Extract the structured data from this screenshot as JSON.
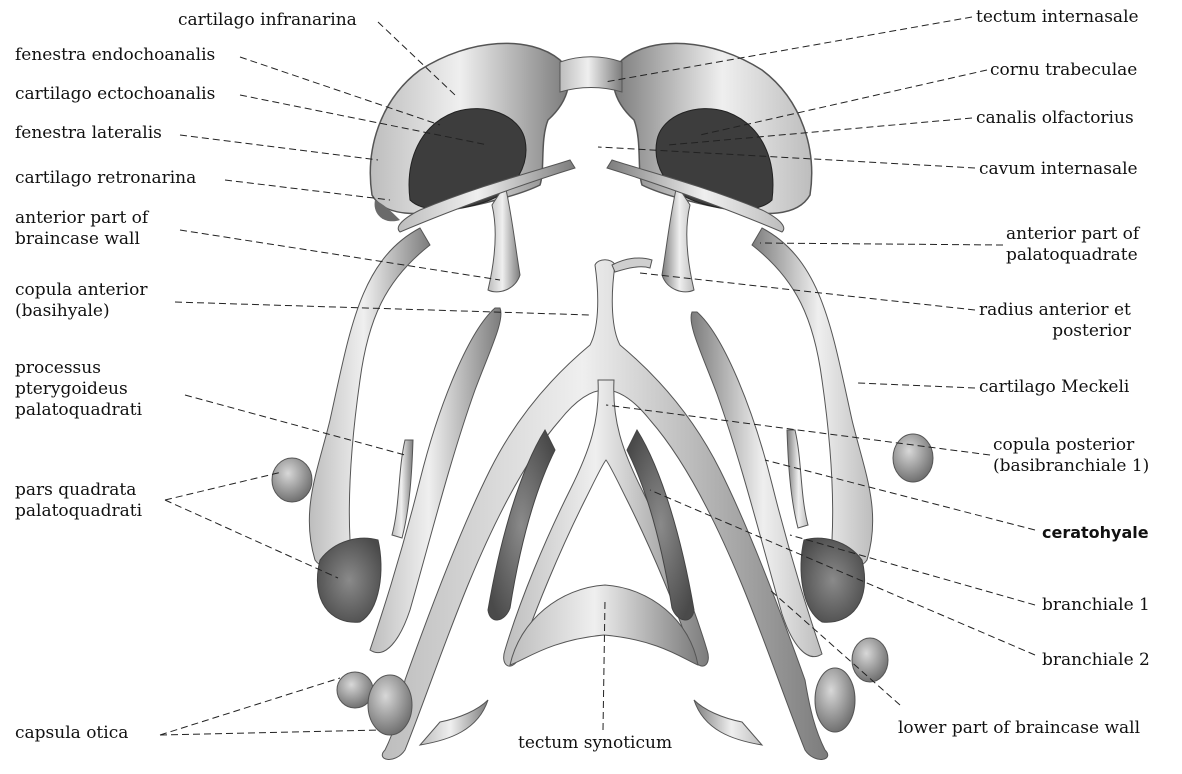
{
  "labels": {
    "cartilago_infranarina": "cartilago infranarina",
    "fenestra_endochoanalis": "fenestra endochoanalis",
    "cartilago_ectochoanalis": "cartilago ectochoanalis",
    "fenestra_lateralis": "fenestra lateralis",
    "cartilago_retronarina": "cartilago retronarina",
    "anterior_braincase_1": "anterior part of",
    "anterior_braincase_2": "braincase wall",
    "copula_anterior_1": "copula anterior",
    "copula_anterior_2": "(basihyale)",
    "processus_1": "processus",
    "processus_2": "pterygoideus",
    "processus_3": "palatoquadrati",
    "pars_quadrata_1": "pars quadrata",
    "pars_quadrata_2": "palatoquadrati",
    "capsula_otica": "capsula otica",
    "tectum_synoticum": "tectum synoticum",
    "tectum_internasale": "tectum internasale",
    "cornu_trabeculae": "cornu trabeculae",
    "canalis_olfactorius": "canalis olfactorius",
    "cavum_internasale": "cavum internasale",
    "anterior_palatoquadrate_1": "anterior part of",
    "anterior_palatoquadrate_2": "palatoquadrate",
    "radius_1": "radius anterior et",
    "radius_2": "posterior",
    "cartilago_meckeli": "cartilago Meckeli",
    "copula_posterior_1": "copula posterior",
    "copula_posterior_2": "(basibranchiale 1)",
    "ceratohyale": "ceratohyale",
    "branchiale_1": "branchiale 1",
    "branchiale_2": "branchiale 2",
    "lower_braincase": "lower part of braincase wall"
  },
  "colors": {
    "cartilage_light": "#e6e6e6",
    "cartilage_mid": "#a9a9a9",
    "cartilage_dark": "#5e5e5e",
    "fenestra": "#3a3a3a"
  }
}
